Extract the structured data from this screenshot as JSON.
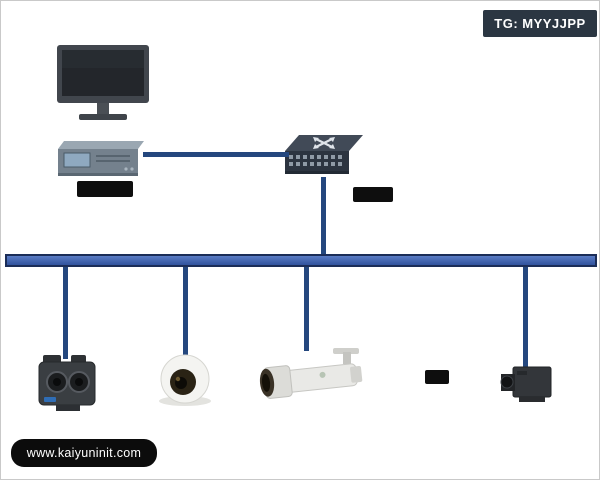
{
  "header": {
    "tag_badge": "TG: MYYJJPP"
  },
  "footer": {
    "website": "www.kaiyuninit.com"
  },
  "colors": {
    "connector_line": "#24477e",
    "bus_fill": "#3b5da9",
    "bus_border": "#1b2d58",
    "tag_badge_bg": "#2b3642",
    "footer_badge_bg": "#0c0c0c",
    "background": "#ffffff"
  },
  "diagram": {
    "type": "network-topology",
    "devices": [
      {
        "icon": "monitor-icon",
        "role": "display"
      },
      {
        "icon": "nvr-icon",
        "role": "recorder"
      },
      {
        "icon": "switch-icon",
        "role": "network-switch"
      },
      {
        "icon": "binocular-camera-icon",
        "role": "dual-lens-camera"
      },
      {
        "icon": "dome-camera-icon",
        "role": "dome-camera"
      },
      {
        "icon": "bullet-camera-icon",
        "role": "bullet-camera"
      },
      {
        "icon": "box-camera-icon",
        "role": "box-camera"
      }
    ],
    "unreadable_labels": 3
  }
}
